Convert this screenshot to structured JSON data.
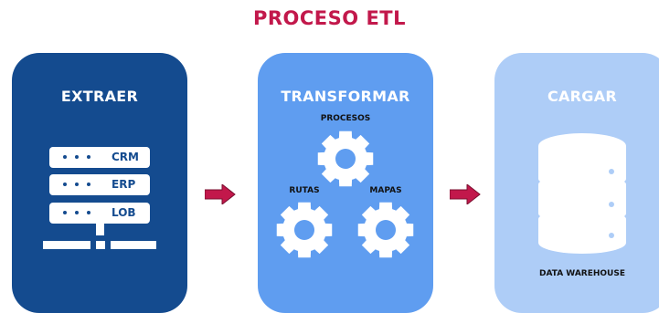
{
  "title": "PROCESO ETL",
  "colors": {
    "title": "#c2184b",
    "extract_bg": "#144b8f",
    "transform_bg": "#5f9df0",
    "load_bg": "#aecdf7",
    "arrow": "#c2184b",
    "white": "#ffffff"
  },
  "extract": {
    "title": "EXTRAER",
    "icon": "server-icon",
    "sources": [
      "CRM",
      "ERP",
      "LOB"
    ]
  },
  "transform": {
    "title": "TRANSFORMAR",
    "icon": "gear-icon",
    "steps": [
      "PROCESOS",
      "RUTAS",
      "MAPAS"
    ]
  },
  "load": {
    "title": "CARGAR",
    "icon": "database-icon",
    "target": "DATA WAREHOUSE"
  },
  "connectors": [
    "arrow-right-icon",
    "arrow-right-icon"
  ]
}
